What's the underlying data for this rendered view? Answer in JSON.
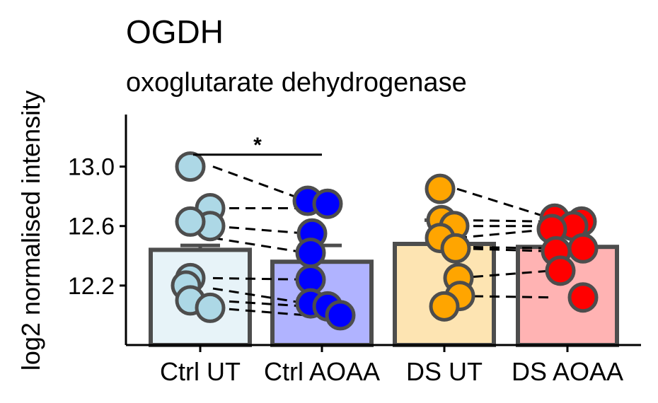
{
  "chart_data": {
    "type": "bar",
    "title": "OGDH",
    "subtitle": "oxoglutarate dehydrogenase",
    "xlabel": "",
    "ylabel": "log2 normalised intensity",
    "ylim": [
      11.8,
      13.35
    ],
    "yticks": [
      "12.2",
      "12.6",
      "13.0"
    ],
    "grid": false,
    "legend": "none",
    "categories": [
      "Ctrl UT",
      "Ctrl AOAA",
      "DS UT",
      "DS AOAA"
    ],
    "bar_values": [
      12.44,
      12.36,
      12.48,
      12.46
    ],
    "error_upper": [
      12.47,
      12.47,
      12.64,
      12.47
    ],
    "colors": {
      "bar_fill": [
        "#e7f3f8",
        "#b0b3ff",
        "#fde4b2",
        "#ffb3b3"
      ],
      "point_fill": [
        "#add8e6",
        "#0000ff",
        "#ffa500",
        "#ff0000"
      ],
      "outline": "#4d4d4d"
    },
    "series": [
      {
        "values": [
          13.0,
          12.72,
          12.6,
          12.63,
          12.25,
          12.2,
          12.1,
          12.05
        ]
      },
      {
        "values": [
          12.77,
          12.75,
          12.55,
          12.42,
          12.24,
          12.08,
          12.06,
          12.0
        ]
      },
      {
        "values": [
          12.85,
          12.64,
          12.6,
          12.52,
          12.45,
          12.25,
          12.13,
          12.06
        ]
      },
      {
        "values": [
          12.65,
          12.63,
          12.6,
          12.58,
          12.45,
          12.43,
          12.3,
          12.12
        ]
      }
    ],
    "pairs": [
      {
        "from": 0,
        "to": 1,
        "links": [
          [
            13.0,
            12.77
          ],
          [
            12.72,
            12.72
          ],
          [
            12.6,
            12.55
          ],
          [
            12.52,
            12.42
          ],
          [
            12.25,
            12.24
          ],
          [
            12.18,
            12.08
          ],
          [
            12.1,
            12.06
          ],
          [
            12.05,
            12.0
          ]
        ]
      },
      {
        "from": 2,
        "to": 3,
        "links": [
          [
            12.85,
            12.65
          ],
          [
            12.64,
            12.63
          ],
          [
            12.6,
            12.6
          ],
          [
            12.52,
            12.58
          ],
          [
            12.46,
            12.45
          ],
          [
            12.45,
            12.43
          ],
          [
            12.25,
            12.3
          ],
          [
            12.13,
            12.12
          ]
        ]
      }
    ],
    "annotations": [
      {
        "text": "*",
        "from": 0,
        "to": 1,
        "y": 13.08
      }
    ]
  }
}
